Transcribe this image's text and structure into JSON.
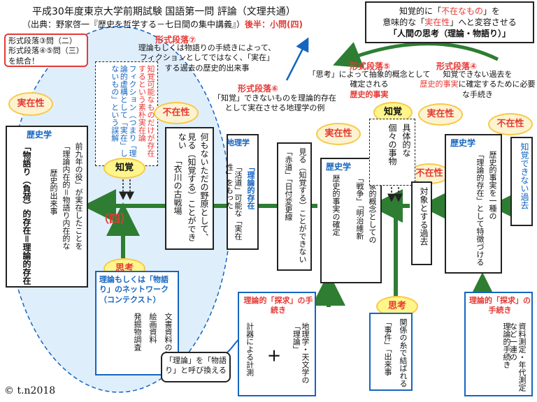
{
  "header": {
    "title": "平成30年度東京大学前期試験 国語第一問 評論（文理共通）",
    "source_prefix": "（出典：野家啓一『歴史を哲学する－七日間の集中講義』）",
    "source_suffix": "後半：小問(四)"
  },
  "topright_note": {
    "line1_a": "知覚的に「",
    "line1_b": "不在なもの",
    "line1_c": "」を",
    "line2_a": "意味的な「",
    "line2_b": "実在性",
    "line2_c": "」へと変容させる",
    "line3": "「人間の思考（理論・物語り）」"
  },
  "merge_note": {
    "line1": "形式段落③問（二）",
    "line2": "形式段落④⑤問（三）",
    "line3": "を統合！"
  },
  "sections": {
    "s7_label": "形式段落⑦",
    "s7_text": "理論もしくは物語りの手続きによって、フィクションとしてではなく、「実在」する過去の歴史的出来事",
    "s6_label": "形式段落⑥",
    "s6_text": "「知覚」できないものを理論的存在として実在させる地理学の例",
    "s5_label": "形式段落⑤",
    "s5_text_a": "「思考」によって抽象的概念として確定される",
    "s5_text_b": "歴史的事実",
    "s4_label": "形式段落④",
    "s4_text_a": "知覚できない過去を",
    "s4_text_b": "歴史的事実",
    "s4_text_c": "に確定するために必要な手続き"
  },
  "ellipse_column": {
    "line1": "知覚可能なものだけが存在するという素朴実在論",
    "line2": "フィクション（つまり「理論的虚構として「実在」しないもの」という誤解"
  },
  "stars": {
    "jitsuzai_left": "実在性",
    "fuzai_mid": "不在性",
    "jitsuzai_mid": "実在性",
    "chikaku_left": "知覚",
    "chikaku_right": "知覚",
    "fuzai_right": "不在性",
    "jitsuzai_right": "実在性",
    "fuzai_far": "不在性",
    "shikou_left": "思考",
    "shikou_right": "思考"
  },
  "boxes": {
    "rekishigaku_left_head": "歴史学",
    "rekishigaku_left_col1": "前九年の役」が実在したことを",
    "rekishigaku_left_col2": "「理論内在的＝物語り内在的な",
    "rekishigaku_left_col3": "歴史的出来事",
    "rekishigaku_left_col4": "「物語り（負荷）的存在＝理論的存在",
    "yon": "（四）",
    "nohara_col1": "何もないただの野原として、",
    "nohara_col2": "見る（知覚する）ことができない",
    "nohara_col3": "「衣川の古戦場",
    "chirigaku_head": "地理学",
    "chirigaku_col1": "「赤道」「日付変更線",
    "chirigaku_col2": "見る（知覚する）ことができない",
    "chirigaku_theory_col1": "「理論的存在",
    "chirigaku_theory_col2": "「活道」可能な「実在性」をもった",
    "rekishigaku_mid_head": "歴史学",
    "rekishigaku_mid_col1": "歴史的事実の確定",
    "rekishigaku_mid_col2": "抽象的概念としての",
    "rekishigaku_mid_col3": "「戦争」「明治維新",
    "kobetsu_col1": "個々の事物",
    "kobetsu_col2": "具体的な",
    "taisho_col1": "対象とする過去",
    "rekishigaku_right_head": "歴史学",
    "rekishigaku_right_col1": "歴史的事実を一種の",
    "rekishigaku_right_col2": "「理論的存在」として特徴づける",
    "chikaku_dekinai_col1": "知覚できない過去"
  },
  "bottom": {
    "network_title": "理論もしくは「物語り」のネットワーク（コンテクスト）",
    "network_col1": "文書資料の記述",
    "network_col2": "絵画資料",
    "network_col3": "発掘物調査",
    "tankyu_left_title": "理論的「探求」の手続き",
    "tankyu_left_col1": "地理学・天文学の「理論」",
    "tankyu_left_col2": "計器による計測",
    "plus": "＋",
    "kankei_col1": "関係の糸で結ばれる",
    "kankei_col2": "「事件」「出来事",
    "tankyu_right_title": "理論的「探求」の手続き",
    "tankyu_right_col1": "資料測定・年代測定など一連の",
    "tankyu_right_col2": "理論的手続き",
    "riron_note": "「理論」を「物語り」と呼び換える"
  },
  "copyright": "© t.n2018"
}
